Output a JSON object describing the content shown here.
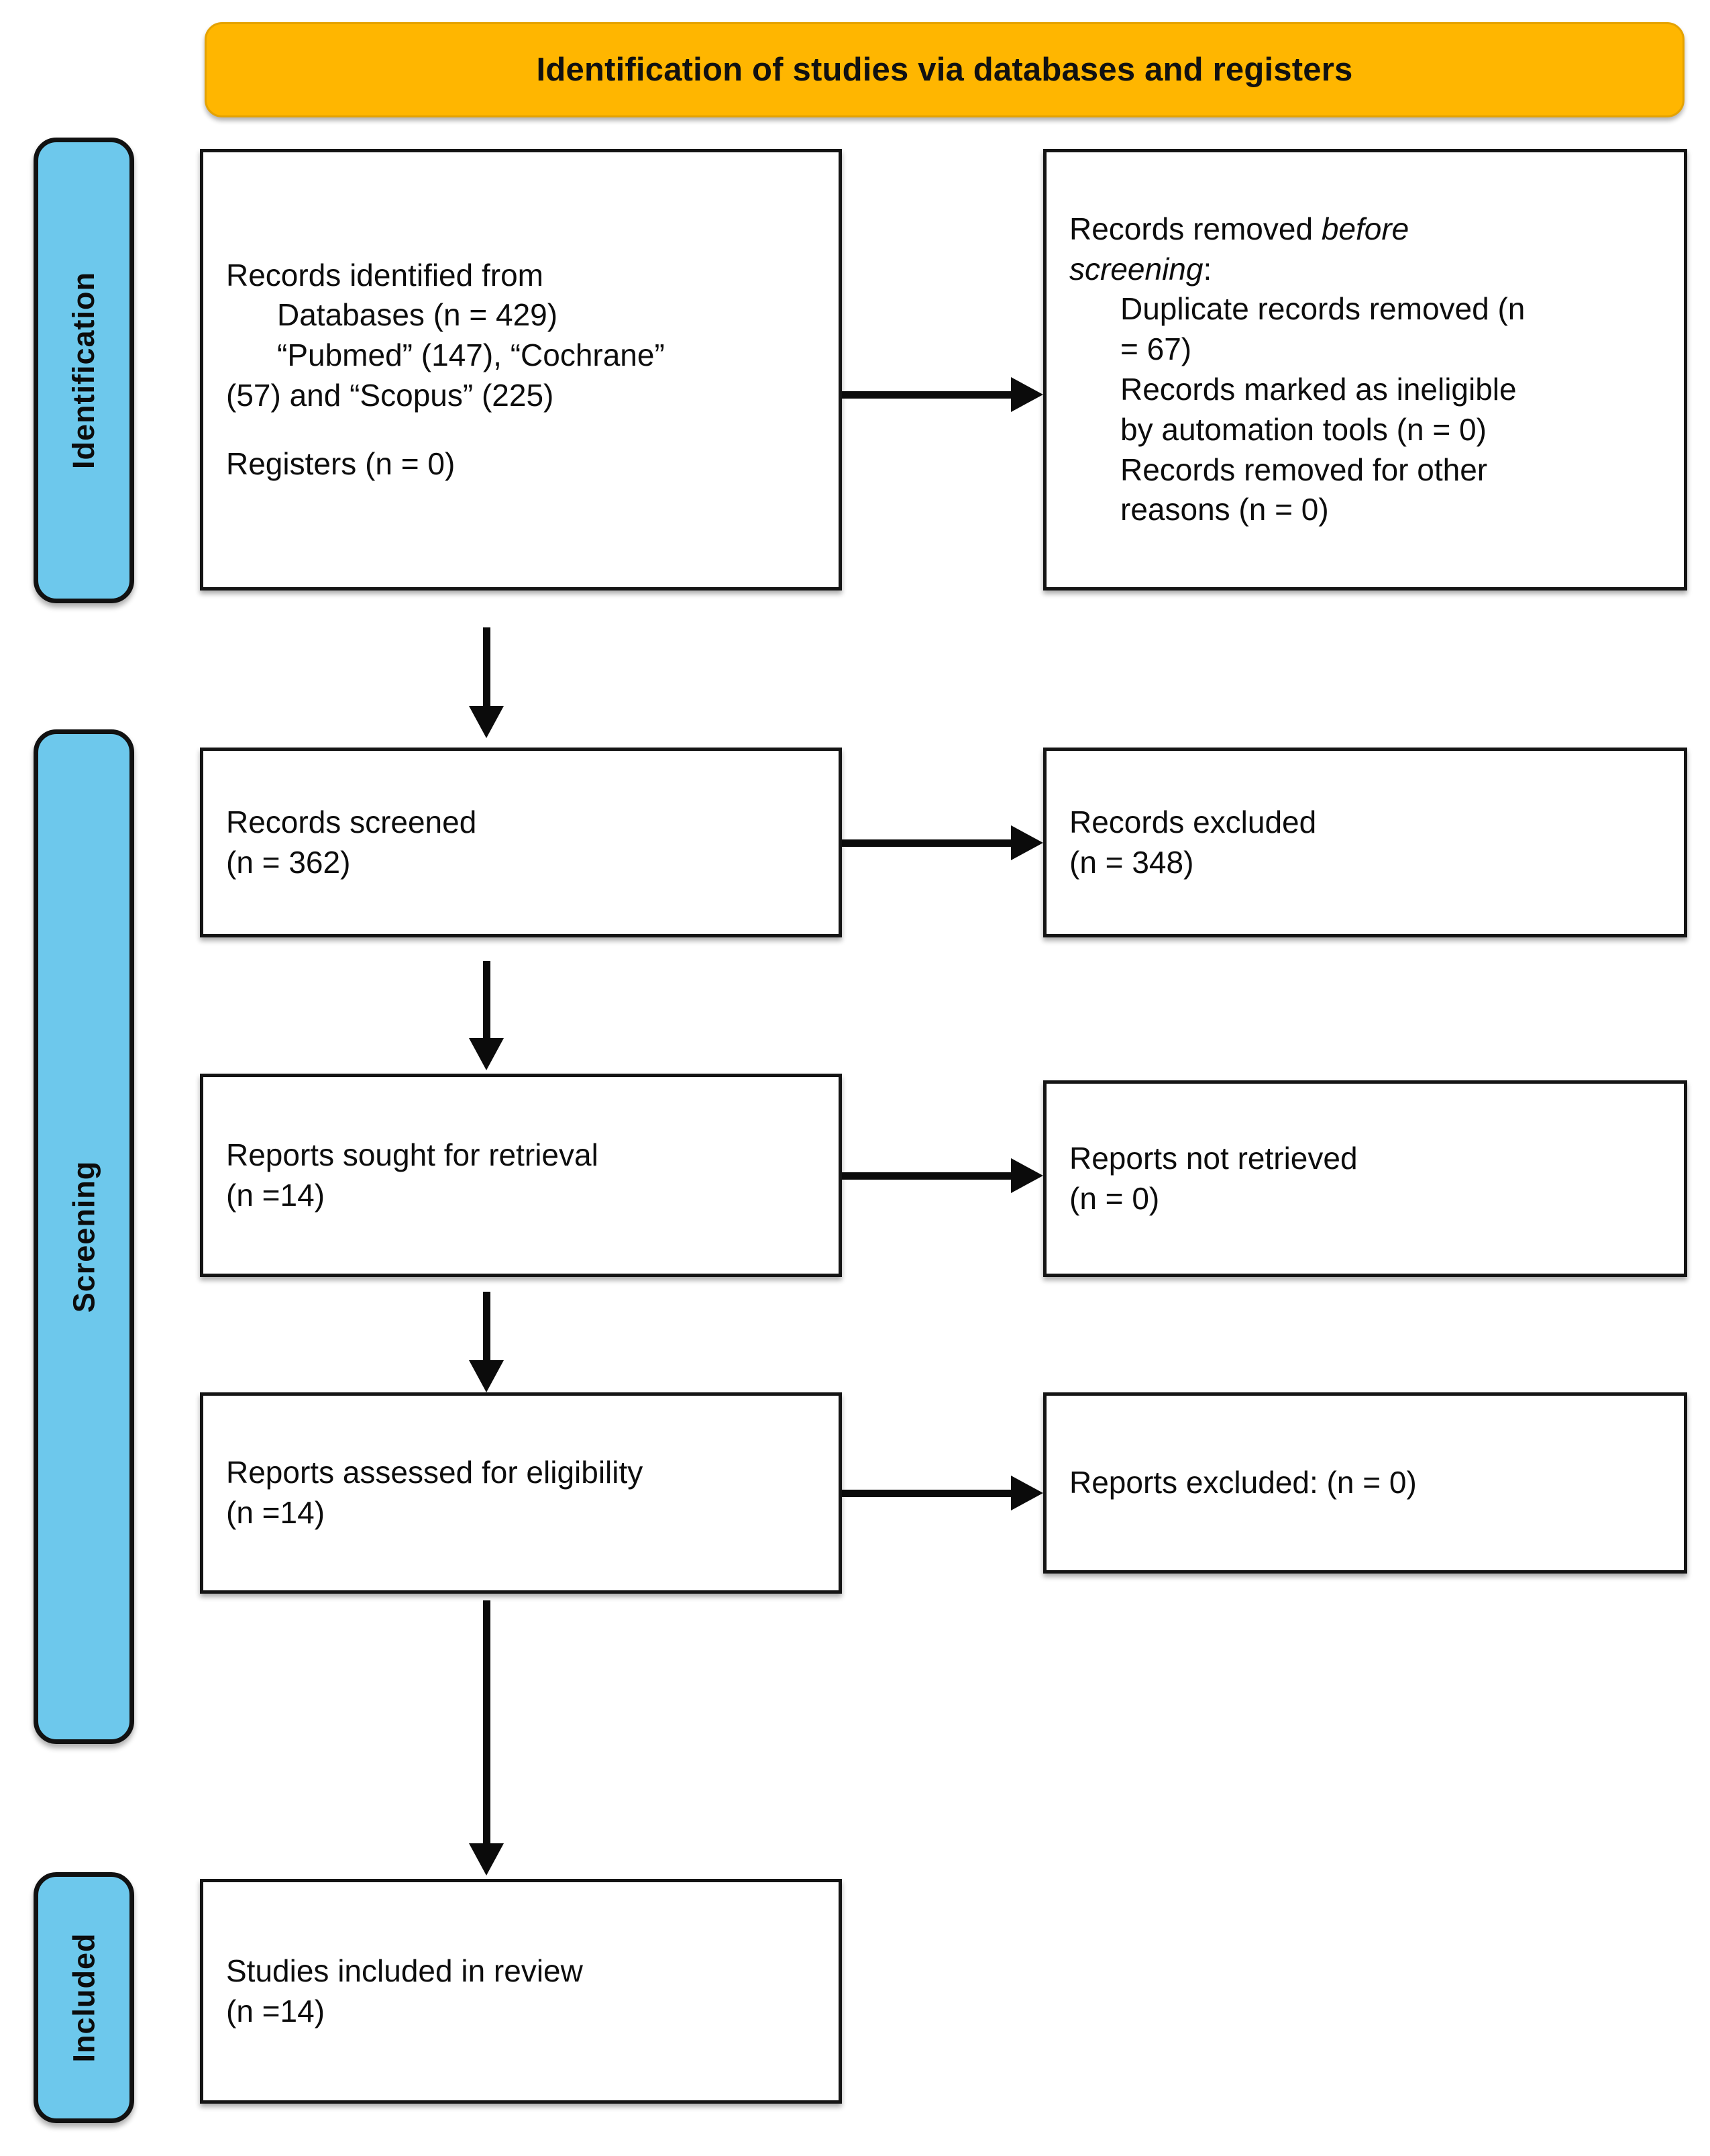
{
  "banner": {
    "title": "Identification of studies via databases and registers",
    "color": "#FFB600"
  },
  "stages": [
    {
      "label": "Identification",
      "color": "#6DC8EC"
    },
    {
      "label": "Screening",
      "color": "#6DC8EC"
    },
    {
      "label": "Included",
      "color": "#6DC8EC"
    }
  ],
  "boxes": {
    "identified": {
      "line1": "Records identified from",
      "line2": "Databases (n = 429)",
      "line3": "“Pubmed” (147), “Cochrane”",
      "line4": "(57) and “Scopus” (225)",
      "line5": "Registers (n = 0)"
    },
    "removed": {
      "line1": "Records removed ",
      "line1_italic": "before",
      "line2_italic": "screening",
      "line2_tail": ":",
      "line3": "Duplicate records removed (n",
      "line4": "= 67)",
      "line5": "Records marked as ineligible",
      "line6": "by automation tools (n = 0)",
      "line7": "Records removed for other",
      "line8": "reasons (n = 0)"
    },
    "screened": {
      "line1": "Records screened",
      "line2": "(n =  362)"
    },
    "excluded_records": {
      "line1": "Records excluded",
      "line2": "(n =  348)"
    },
    "sought": {
      "line1": "Reports sought for retrieval",
      "line2": "(n =14)"
    },
    "not_retrieved": {
      "line1": "Reports not retrieved",
      "line2": "(n = 0)"
    },
    "assessed": {
      "line1": "Reports assessed for eligibility",
      "line2": "(n =14)"
    },
    "excluded_reports": {
      "line1": "Reports excluded: (n = 0)"
    },
    "included": {
      "line1": "Studies included in review",
      "line2": "(n =14)"
    }
  }
}
